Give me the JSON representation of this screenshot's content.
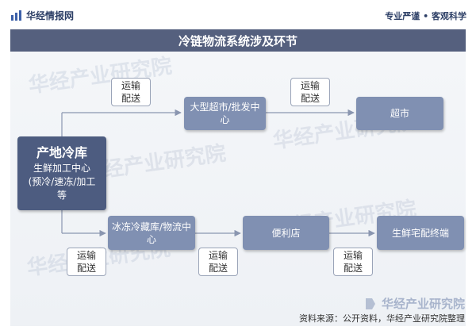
{
  "header": {
    "brand": "华经情报网",
    "tagline": "专业严谨 • 客观科学"
  },
  "title": "冷链物流系统涉及环节",
  "diagram": {
    "origin": {
      "title": "产地冷库",
      "subtitle": "生鲜加工中心\n(预冷/速冻/加工等"
    },
    "dc": "大型超市/批发中心",
    "supermarket": "超市",
    "frozen": "冰冻冷藏库/物流中心",
    "convenience": "便利店",
    "terminal": "生鲜宅配终端",
    "transport_label": "运输\n配送"
  },
  "watermark": "华经产业研究院",
  "footer": {
    "logo_text": "华经产业研究院",
    "source": "资料来源：公开资料，华经产业研究院整理"
  },
  "colors": {
    "title_bar": "#55607e",
    "node": "#8090b2",
    "node_main": "#4d5c80",
    "arrow": "#8a96b0"
  }
}
